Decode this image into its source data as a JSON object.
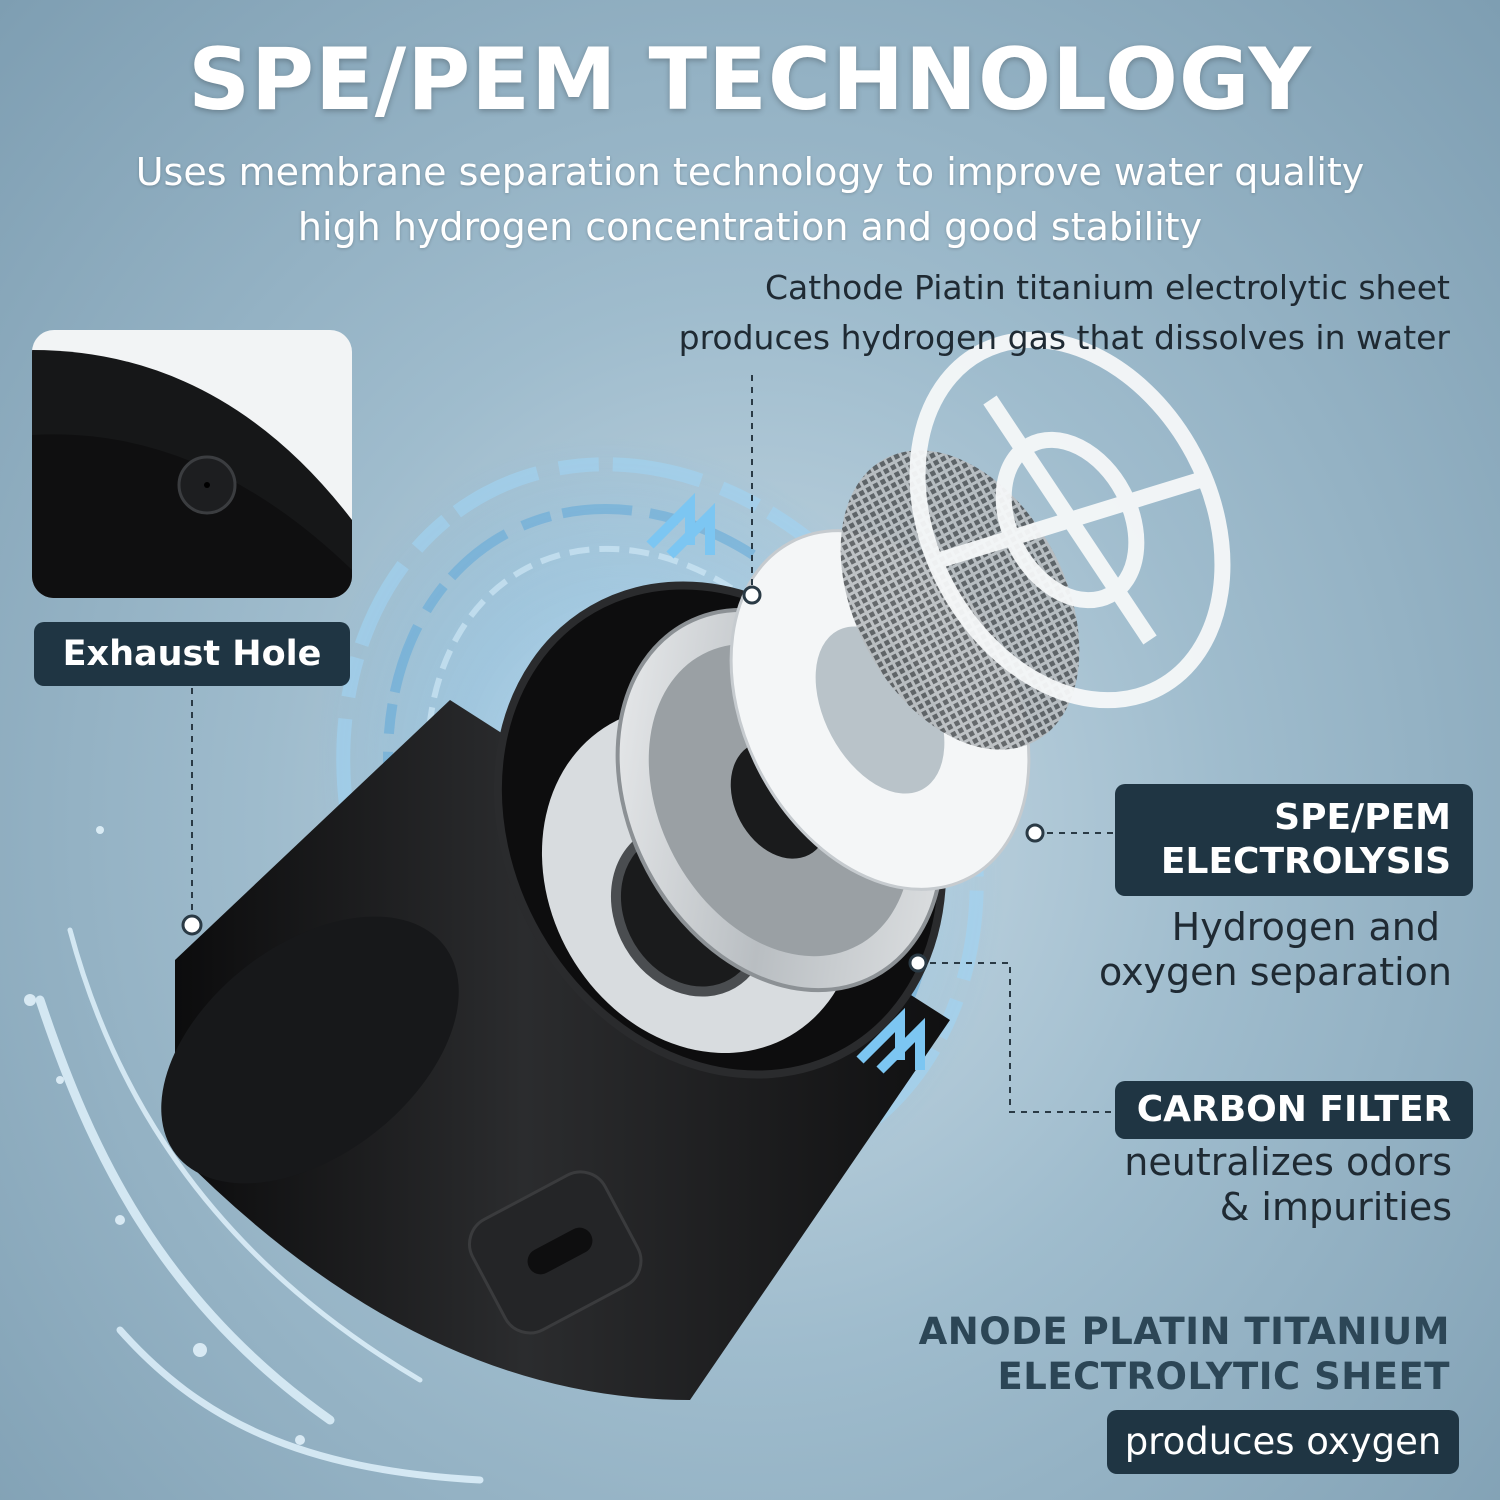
{
  "title": "SPE/PEM TECHNOLOGY",
  "subtitle_line1": "Uses membrane separation technology to improve water quality",
  "subtitle_line2": "high hydrogen concentration and good stability",
  "cathode_line1": "Cathode Piatin titanium electrolytic sheet",
  "cathode_line2": "produces hydrogen gas that dissolves in water",
  "exhaust_label": "Exhaust Hole",
  "spe_label_line1": "SPE/PEM",
  "spe_label_line2": "ELECTROLYSIS",
  "spe_desc_line1": "Hydrogen and",
  "spe_desc_line2": "oxygen separation",
  "carbon_label": "CARBON FILTER",
  "carbon_desc_line1": "neutralizes odors",
  "carbon_desc_line2": "& impurities",
  "anode_line1": "ANODE PLATIN TITANIUM",
  "anode_line2": "ELECTROLYTIC SHEET",
  "oxygen_label": "produces oxygen",
  "colors": {
    "label_bg": "#1f3543",
    "device_body": "#1c1c1e",
    "accent_glow": "#5fb4e6"
  }
}
